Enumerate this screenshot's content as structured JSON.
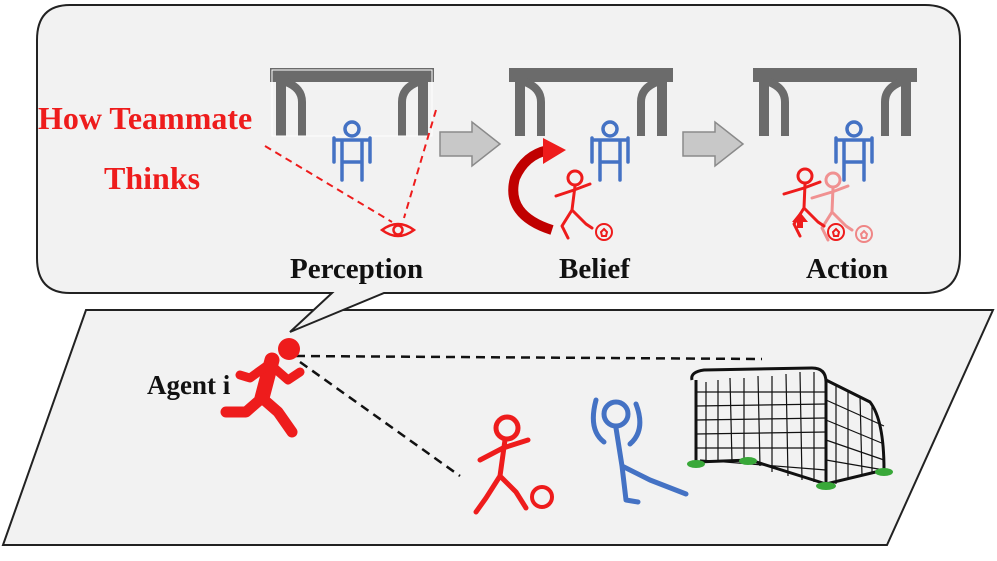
{
  "title": {
    "line1": "How Teammate",
    "line2": "Thinks"
  },
  "stages": [
    {
      "label": "Perception"
    },
    {
      "label": "Belief"
    },
    {
      "label": "Action"
    }
  ],
  "agent": {
    "label": "Agent i"
  },
  "colors": {
    "red": "#ee1c1c",
    "blue": "#4472c4",
    "gray_goal": "#6b6b6b",
    "arrow_gray": "#c8c8c8",
    "field": "#f2f2f2",
    "grass": "#39a839"
  },
  "icons": {
    "goal": "goal-frame-icon",
    "goalkeeper": "goalkeeper-icon",
    "eye": "eye-icon",
    "ball": "soccer-ball-icon",
    "runner": "running-person-icon",
    "dribbler": "dribbling-player-icon",
    "diver": "diving-goalkeeper-icon",
    "net": "soccer-net-icon"
  }
}
